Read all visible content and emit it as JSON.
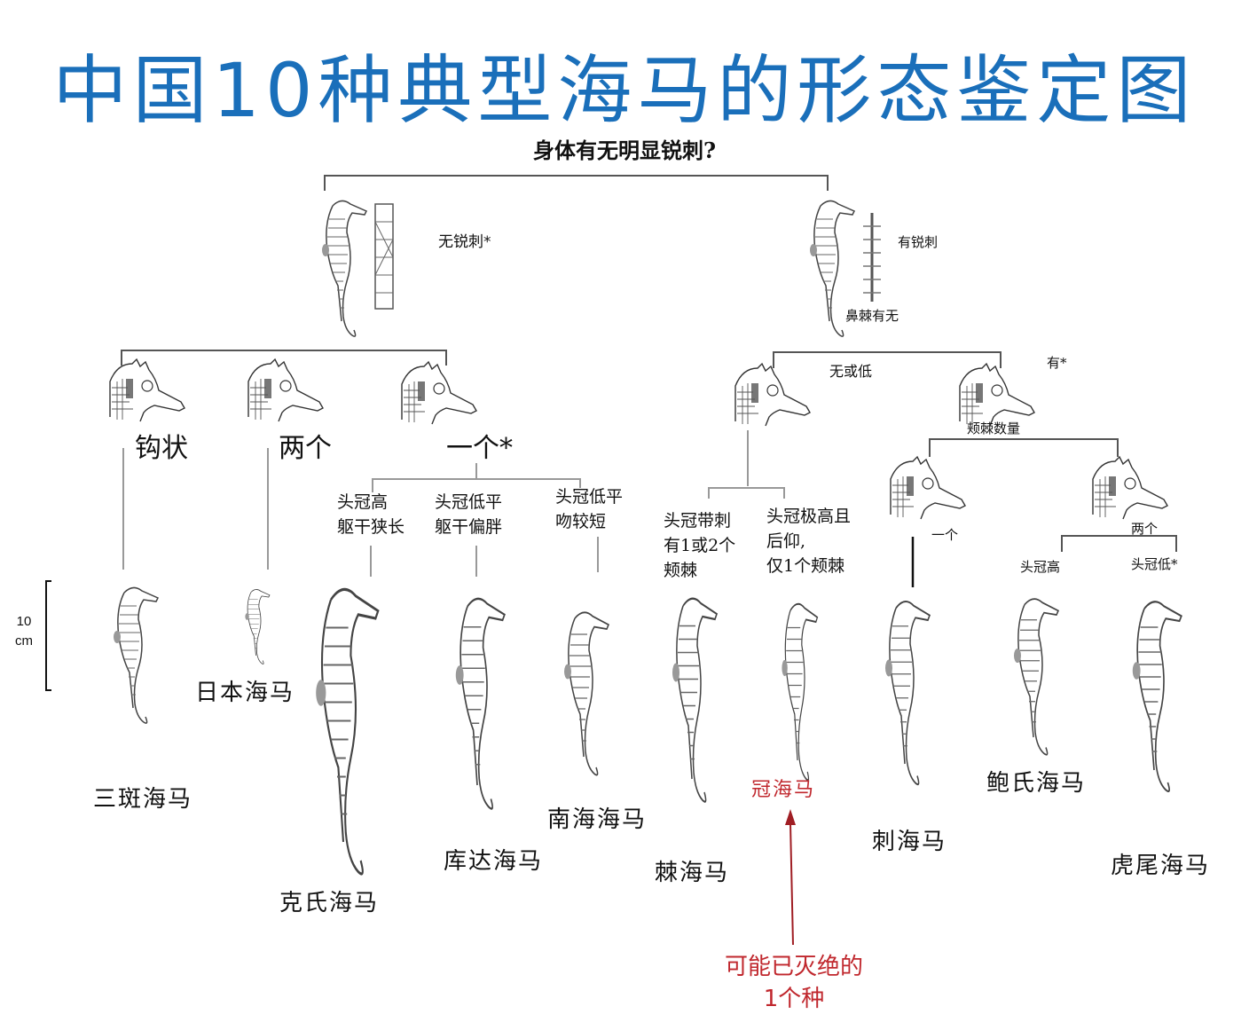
{
  "title": "中国10种典型海马的形态鉴定图",
  "question": "身体有无明显锐刺?",
  "level1": {
    "left": {
      "label": "无锐刺*"
    },
    "right": {
      "label": "有锐刺",
      "sub_label": "鼻棘有无"
    }
  },
  "left_branch": {
    "options": [
      {
        "label": "钩状"
      },
      {
        "label": "两个"
      },
      {
        "label": "一个*"
      }
    ],
    "one_sub": [
      {
        "line1": "头冠高",
        "line2": "躯干狭长"
      },
      {
        "line1": "头冠低平",
        "line2": "躯干偏胖"
      },
      {
        "line1": "头冠低平",
        "line2": "吻较短"
      }
    ]
  },
  "right_branch": {
    "none_or_low": {
      "label": "无或低"
    },
    "has": {
      "label": "有*",
      "sub_label": "颊棘数量"
    },
    "none_sub": [
      {
        "line1": "头冠带刺",
        "line2": "有1或2个",
        "line3": "颊棘"
      },
      {
        "line1": "头冠极高且",
        "line2": "后仰,",
        "line3": "仅1个颊棘"
      }
    ],
    "cheek_spines": [
      {
        "label": "一个"
      },
      {
        "label": "两个"
      }
    ],
    "two_sub": [
      {
        "label": "头冠高"
      },
      {
        "label": "头冠低*"
      }
    ]
  },
  "scale_bar": {
    "value": "10",
    "unit": "cm"
  },
  "species": [
    {
      "name": "三斑海马"
    },
    {
      "name": "日本海马"
    },
    {
      "name": "克氏海马"
    },
    {
      "name": "库达海马"
    },
    {
      "name": "南海海马"
    },
    {
      "name": "棘海马"
    },
    {
      "name": "冠海马",
      "highlight": "#c0272d"
    },
    {
      "name": "刺海马"
    },
    {
      "name": "鲍氏海马"
    },
    {
      "name": "虎尾海马"
    }
  ],
  "annotation": {
    "line1": "可能已灭绝的",
    "line2": "1个种",
    "color": "#c0272d"
  },
  "colors": {
    "title": "#1a6fba",
    "lines": "#555555",
    "annotation": "#c0272d"
  }
}
